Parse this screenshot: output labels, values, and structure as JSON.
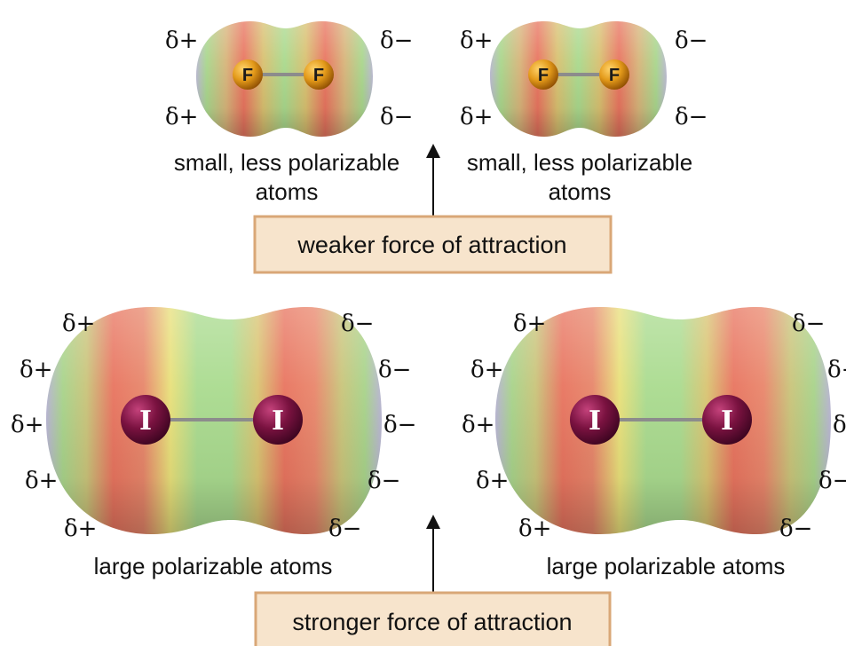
{
  "small_molecules": {
    "left": {
      "atom1": "F",
      "atom2": "F",
      "charges_left": [
        "δ+",
        "δ+"
      ],
      "charges_right": [
        "δ−",
        "δ−"
      ],
      "caption_line1": "small, less polarizable",
      "caption_line2": "atoms"
    },
    "right": {
      "atom1": "F",
      "atom2": "F",
      "charges_left": [
        "δ+",
        "δ+"
      ],
      "charges_right": [
        "δ−",
        "δ−"
      ],
      "caption_line1": "small, less polarizable",
      "caption_line2": "atoms"
    },
    "box_label": "weaker force of attraction"
  },
  "large_molecules": {
    "left": {
      "atom1": "I",
      "atom2": "I",
      "charges_left": [
        "δ+",
        "δ+",
        "δ+",
        "δ+",
        "δ+"
      ],
      "charges_right": [
        "δ−",
        "δ−",
        "δ−",
        "δ−",
        "δ−"
      ],
      "caption": "large polarizable atoms"
    },
    "right": {
      "atom1": "I",
      "atom2": "I",
      "charges_left": [
        "δ+",
        "δ+",
        "δ+",
        "δ+",
        "δ+"
      ],
      "charges_right": [
        "δ−",
        "δ−",
        "δ−",
        "δ−",
        "δ−"
      ],
      "caption": "large polarizable atoms"
    },
    "box_label": "stronger force of attraction"
  },
  "colors": {
    "positive_red": "#e8745f",
    "neutral_green": "#a9d98d",
    "fluorine_atom": "#e39a1a",
    "iodine_atom": "#7a1240",
    "box_fill": "#f7e4cc",
    "box_border": "#d9a777"
  }
}
